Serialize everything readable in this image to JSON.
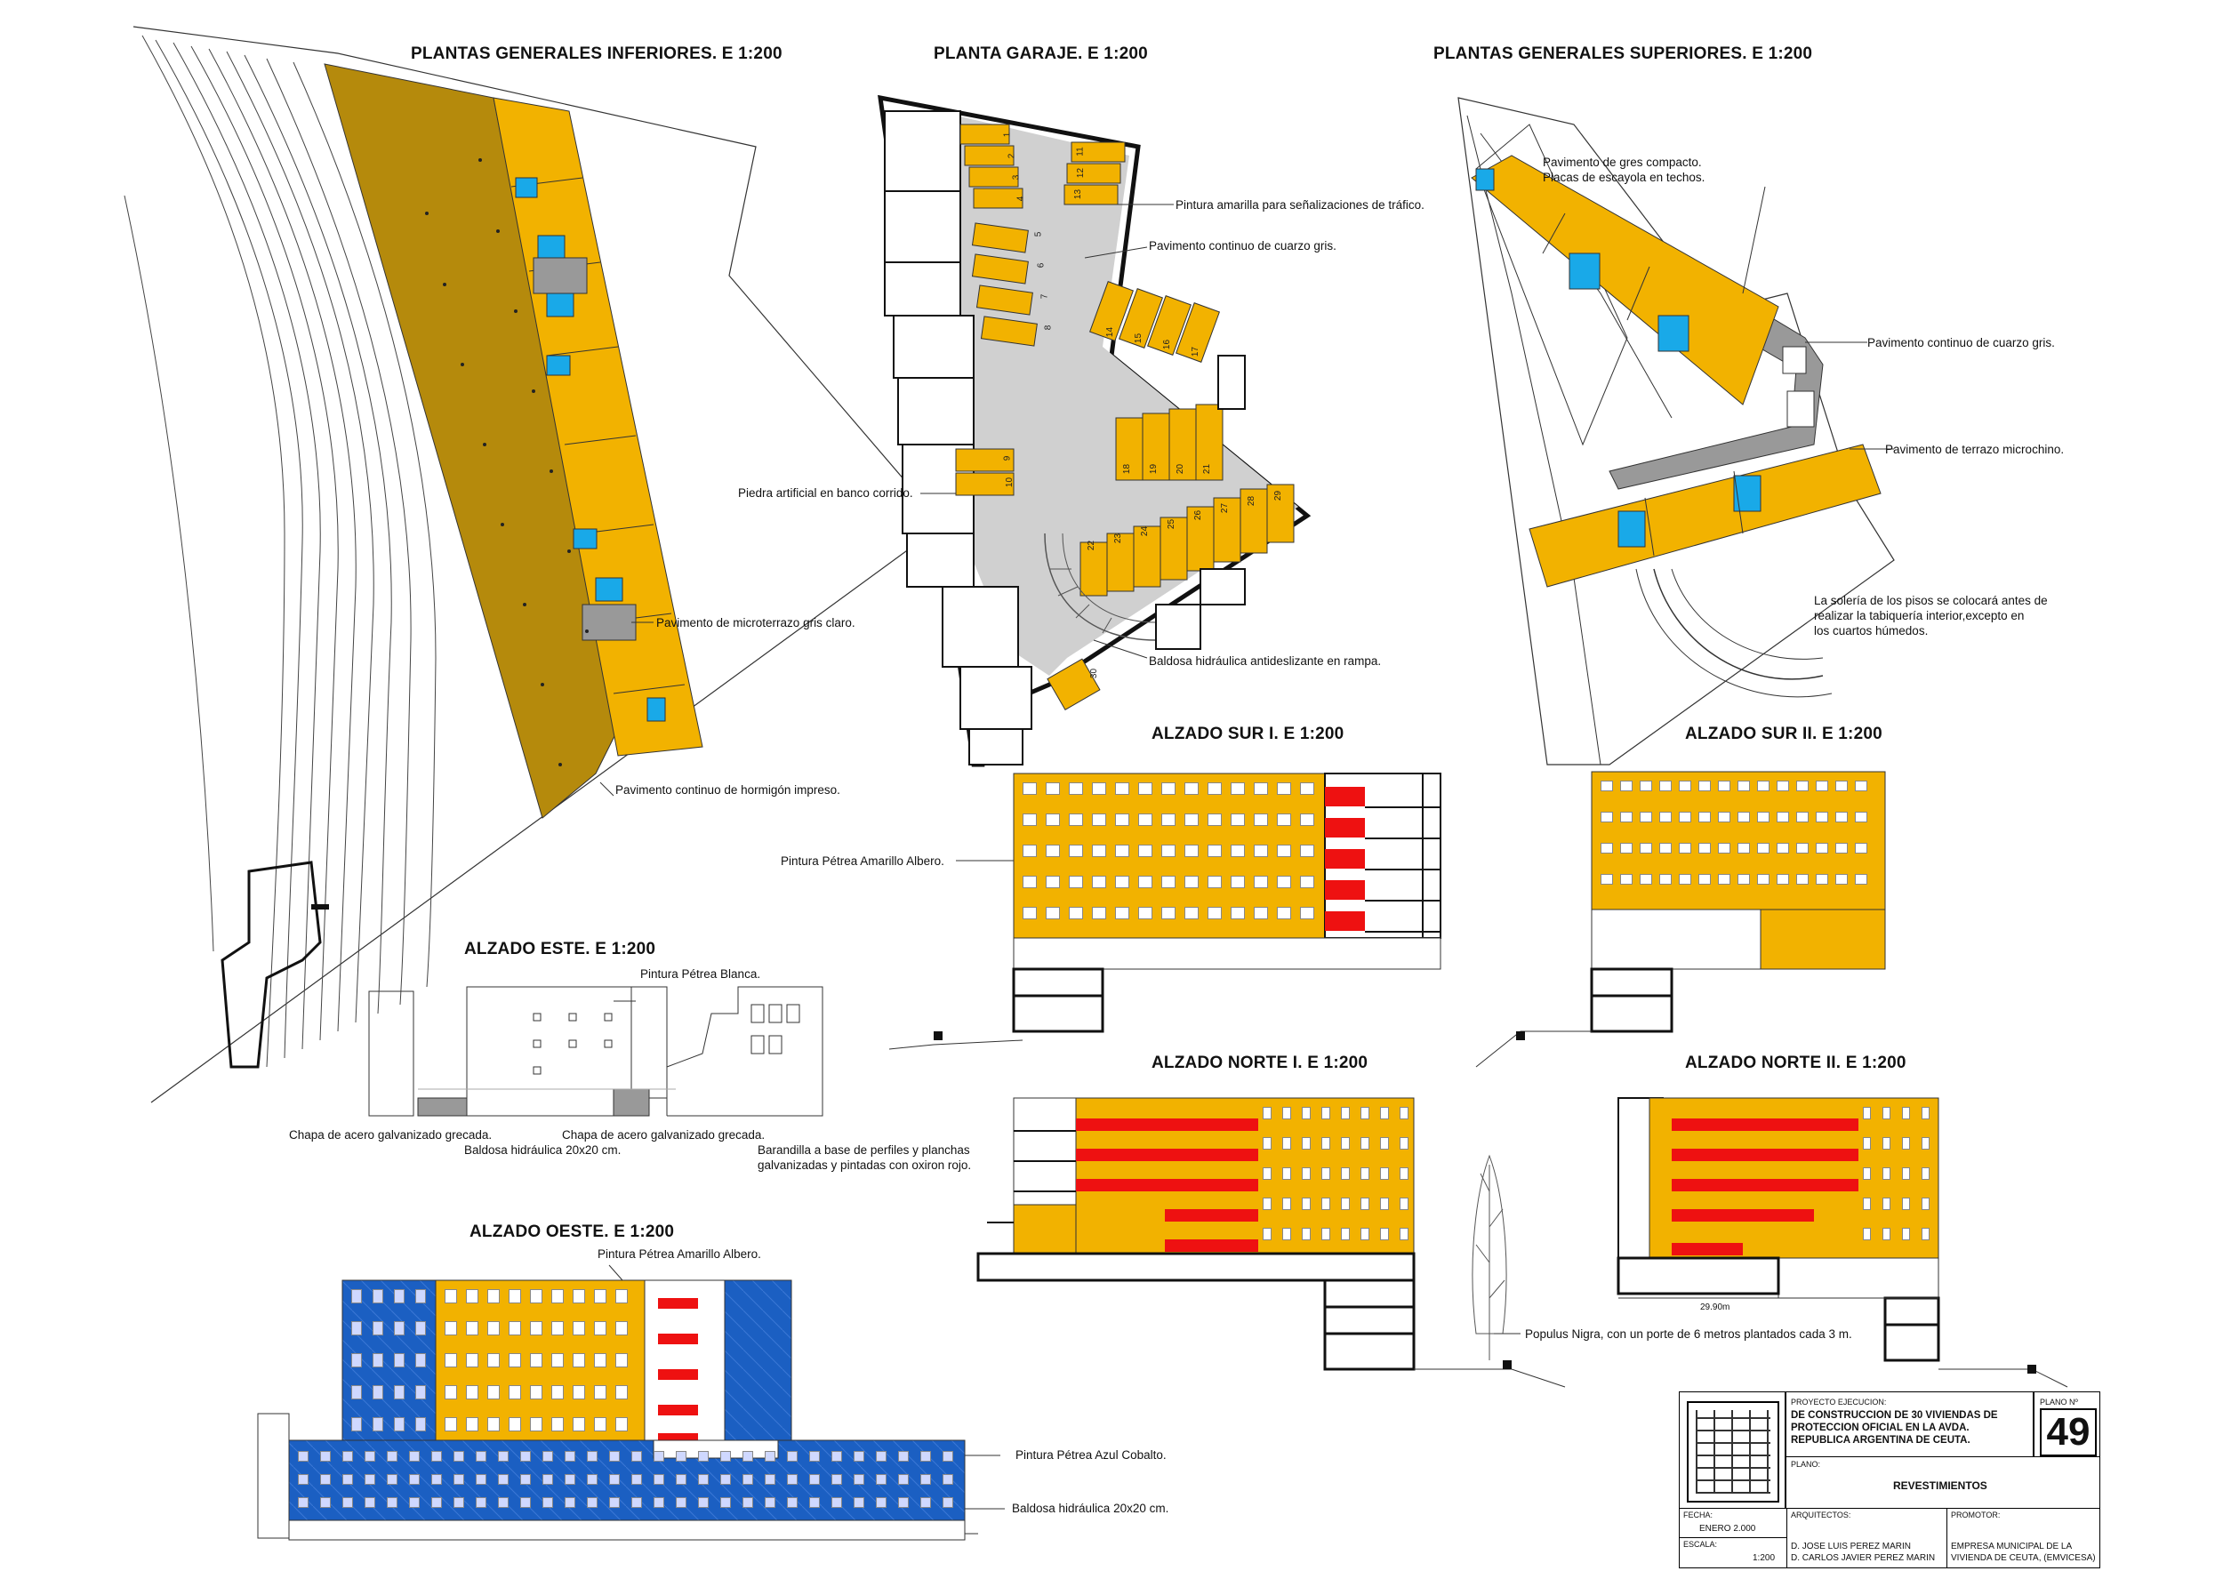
{
  "titles": {
    "inferiores": "PLANTAS GENERALES INFERIORES. E 1:200",
    "garaje": "PLANTA GARAJE. E 1:200",
    "superiores": "PLANTAS GENERALES SUPERIORES. E 1:200",
    "sur1": "ALZADO SUR I. E 1:200",
    "sur2": "ALZADO SUR II. E 1:200",
    "este": "ALZADO ESTE. E 1:200",
    "norte1": "ALZADO NORTE I. E 1:200",
    "norte2": "ALZADO NORTE II. E 1:200",
    "oeste": "ALZADO OESTE. E 1:200"
  },
  "notes": {
    "pintura_amarilla": "Pintura amarilla para señalizaciones de tráfico.",
    "cuarzo_gris_garaje": "Pavimento continuo de cuarzo gris.",
    "piedra_artificial": "Piedra artificial en banco corrido.",
    "baldosa_rampa": "Baldosa hidráulica antideslizante en rampa.",
    "microterrazo": "Pavimento de microterrazo gris claro.",
    "hormigon_impreso": "Pavimento continuo de hormigón impreso.",
    "gres_line1": "Pavimento de gres compacto.",
    "gres_line2": "Placas de escayola en techos.",
    "cuarzo_gris_sup": "Pavimento continuo de cuarzo gris.",
    "terrazo_microchino": "Pavimento de terrazo microchino.",
    "soleria_line1": "La solería de los pisos se colocará antes de",
    "soleria_line2": "realizar la tabiquería interior,excepto en",
    "soleria_line3": "los cuartos húmedos.",
    "petrea_albero_sur": "Pintura Pétrea Amarillo Albero.",
    "petrea_blanca": "Pintura Pétrea Blanca.",
    "chapa_1": "Chapa de acero galvanizado grecada.",
    "baldosa_este": "Baldosa hidráulica 20x20 cm.",
    "chapa_2": "Chapa de acero galvanizado grecada.",
    "barandilla_line1": "Barandilla a base de perfiles y planchas",
    "barandilla_line2": "galvanizadas y pintadas con oxiron rojo.",
    "petrea_albero_oeste": "Pintura Pétrea Amarillo Albero.",
    "petrea_azul": "Pintura Pétrea Azul Cobalto.",
    "baldosa_oeste": "Baldosa hidráulica 20x20 cm.",
    "populus": "Populus Nigra, con un porte de 6 metros plantados cada 3 m.",
    "dim_2990": "29.90m"
  },
  "parking_numbers": [
    "1",
    "2",
    "3",
    "4",
    "5",
    "6",
    "7",
    "8",
    "9",
    "10",
    "11",
    "12",
    "13",
    "14",
    "15",
    "16",
    "17",
    "18",
    "19",
    "20",
    "21",
    "22",
    "23",
    "24",
    "25",
    "26",
    "27",
    "28",
    "29",
    "30"
  ],
  "cartouche": {
    "proyecto_label": "PROYECTO EJECUCION:",
    "proyecto_line1": "DE CONSTRUCCION DE 30 VIVIENDAS DE",
    "proyecto_line2": "PROTECCION OFICIAL EN LA AVDA.",
    "proyecto_line3": "REPUBLICA ARGENTINA DE CEUTA.",
    "plano_n_label": "PLANO Nº",
    "plano_number": "49",
    "plano_label": "PLANO:",
    "plano_name": "REVESTIMIENTOS",
    "fecha_label": "FECHA:",
    "fecha_value": "ENERO 2.000",
    "escala_label": "ESCALA:",
    "escala_value": "1:200",
    "arquitectos_label": "ARQUITECTOS:",
    "arquitecto_1": "D. JOSE LUIS PEREZ MARIN",
    "arquitecto_2": "D. CARLOS JAVIER PEREZ MARIN",
    "promotor_label": "PROMOTOR:",
    "promotor_1": "EMPRESA MUNICIPAL DE LA",
    "promotor_2": "VIVIENDA DE CEUTA, (EMVICESA)"
  },
  "colors": {
    "yellow": "#f2b200",
    "ochre": "#b58a0c",
    "blue": "#1b5fc2",
    "cyan": "#19a9e8",
    "red": "#ee1111",
    "grey": "#cfcfcf"
  }
}
